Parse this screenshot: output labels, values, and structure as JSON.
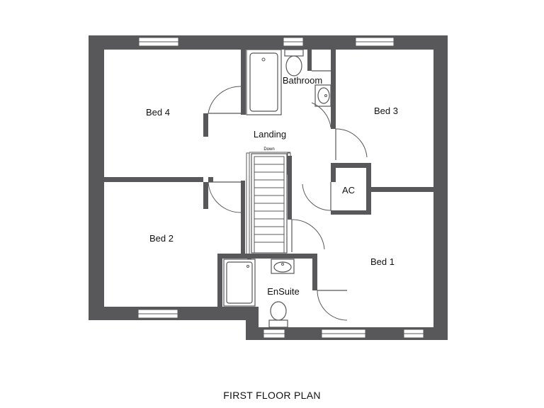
{
  "plan_title": "FIRST FLOOR PLAN",
  "rooms": {
    "bed4": "Bed 4",
    "bed3": "Bed 3",
    "bed2": "Bed 2",
    "bed1": "Bed 1",
    "bathroom": "Bathroom",
    "landing": "Landing",
    "ac": "AC",
    "ensuite": "EnSuite"
  },
  "stairs_direction": "Down",
  "colors": {
    "wall": "#58585a",
    "background": "#ffffff",
    "text": "#111111"
  }
}
